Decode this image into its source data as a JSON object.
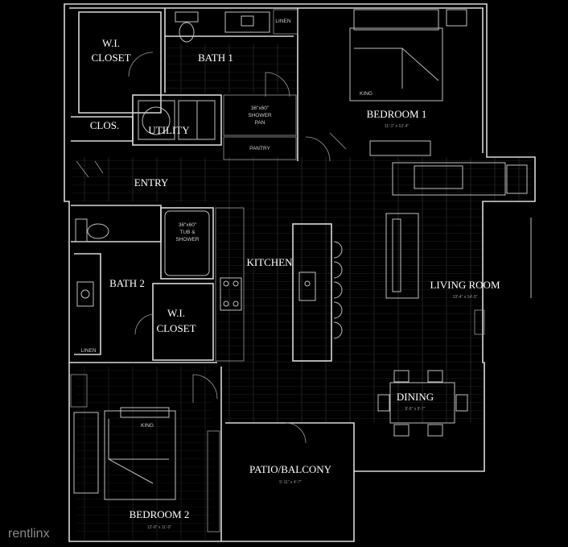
{
  "rooms": {
    "wi_closet_1": [
      "W.I.",
      "CLOSET"
    ],
    "bath_1": "BATH 1",
    "linen_1": "LINEN",
    "bedroom_1": "BEDROOM 1",
    "bedroom_1_dim": "11'-1\" x 13'-4\"",
    "king_1": "KING",
    "clos": "CLOS.",
    "utility": "UTILITY",
    "shower_1": [
      "36\"x60\"",
      "SHOWER",
      "PAN"
    ],
    "pantry": "PANTRY",
    "entry": "ENTRY",
    "tub_shower": [
      "36\"x60\"",
      "TUB &",
      "SHOWER"
    ],
    "kitchen": "KITCHEN",
    "living_room": "LIVING ROOM",
    "living_room_dim": "13'-4\" x 14'-3\"",
    "bath_2": "BATH 2",
    "wi_closet_2": [
      "W.I.",
      "CLOSET"
    ],
    "linen_2": "LINEN",
    "dining": "DINING",
    "dining_dim": "9'-6\" x 9'-7\"",
    "king_2": "KING",
    "patio": "PATIO/BALCONY",
    "patio_dim": "5'-11\" x 4'-7\"",
    "bedroom_2": "BEDROOM 2",
    "bedroom_2_dim": "12'-8\" x 11'-0\""
  },
  "watermark": "rentlinx",
  "colors": {
    "background": "#000000",
    "walls": "#d8d8d8",
    "text": "#ffffff"
  }
}
